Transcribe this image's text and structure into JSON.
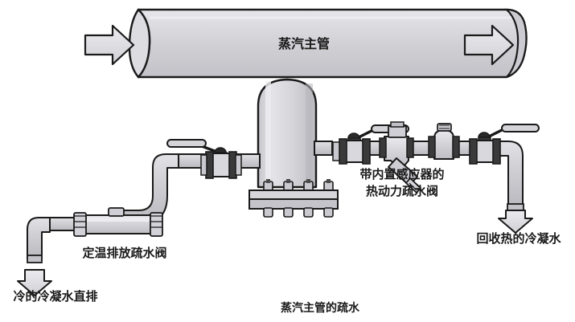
{
  "figure": {
    "caption": "蒸汽主管的疏水",
    "pipe_label": "蒸汽主管"
  },
  "labels": {
    "thermodynamic_trap_line1": "带内置感应器的",
    "thermodynamic_trap_line2": "热动力疏水阀",
    "thermostatic_trap": "定温排放疏水阀",
    "recovered_condensate": "回收热的冷凝水",
    "cold_condensate_drain": "冷的冷凝水直排"
  },
  "flow_arrows": {
    "left_steam_arrow": "steam-flow-right-arrow",
    "right_steam_arrow": "steam-flow-right-arrow",
    "cold_drain_arrow": "condensate-down-arrow",
    "recovered_drain_arrow": "condensate-down-arrow"
  },
  "components": {
    "steam_main": "steam-main-pipe",
    "drip_pocket": "drip-pocket",
    "drip_pocket_flange": "bolted-blind-flange",
    "left_ball_valve": "ball-valve-with-lever",
    "right_ball_valve_inlet": "ball-valve-with-lever",
    "right_ball_valve_outlet": "ball-valve-with-lever",
    "strainer": "y-type-strainer",
    "thermodynamic_trap": "thermodynamic-steam-trap",
    "thermostatic_trap": "thermostatic-steam-trap"
  },
  "colors": {
    "pipe_fill": "#d2d2d6",
    "pipe_fill_light": "#e2e2e6",
    "pipe_fill_dark": "#b6b6bb",
    "outline": "#1a1a1a",
    "valve_dark": "#2b2b2b",
    "text": "#1a1a1a",
    "background": "#ffffff"
  }
}
